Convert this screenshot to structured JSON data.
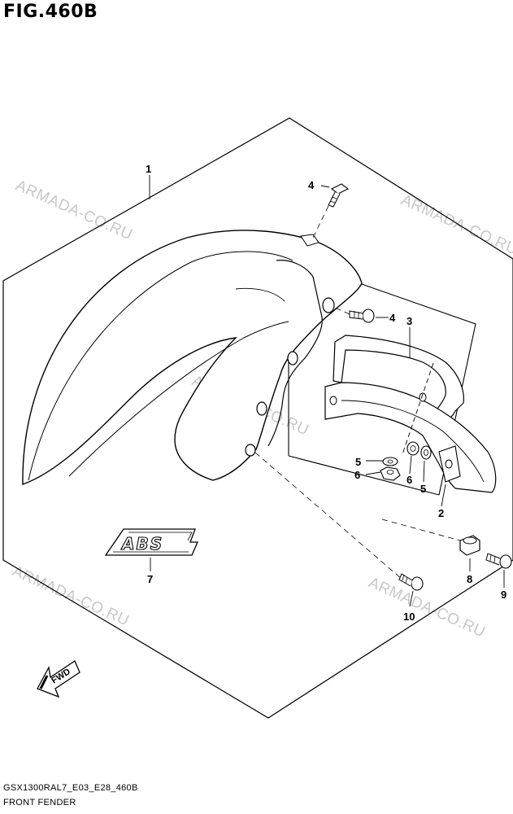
{
  "title": "FIG.460B",
  "watermark": "ARMADA-CO.RU",
  "badge_text": "ABS",
  "fwd_label": "FWD",
  "callouts": {
    "c1": "1",
    "c2": "2",
    "c3": "3",
    "c4a": "4",
    "c4b": "4",
    "c5a": "5",
    "c5b": "5",
    "c6a": "6",
    "c6b": "6",
    "c7": "7",
    "c8": "8",
    "c9": "9",
    "c10": "10"
  },
  "footer": {
    "code": "GSX1300RAL7_E03_E28_460B",
    "name": "FRONT FENDER"
  }
}
